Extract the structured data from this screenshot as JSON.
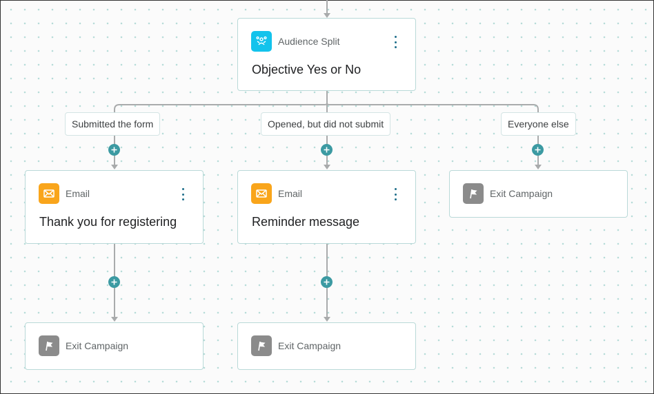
{
  "split_node": {
    "type": "Audience Split",
    "title": "Objective Yes or No",
    "icon": "audience-split-icon"
  },
  "branches": [
    {
      "label": "Submitted the form"
    },
    {
      "label": "Opened, but did not submit"
    },
    {
      "label": "Everyone else"
    }
  ],
  "email_nodes": [
    {
      "type": "Email",
      "title": "Thank you for registering",
      "icon": "envelope-icon"
    },
    {
      "type": "Email",
      "title": "Reminder message",
      "icon": "envelope-icon"
    }
  ],
  "exit_nodes": [
    {
      "type": "Exit Campaign",
      "icon": "flag-icon"
    },
    {
      "type": "Exit Campaign",
      "icon": "flag-icon"
    },
    {
      "type": "Exit Campaign",
      "icon": "flag-icon"
    }
  ],
  "colors": {
    "accent": "#3c9aa2",
    "split": "#13c3ec",
    "email": "#f9a51b",
    "exit": "#8b8b8b",
    "border": "#b9d9d8"
  }
}
